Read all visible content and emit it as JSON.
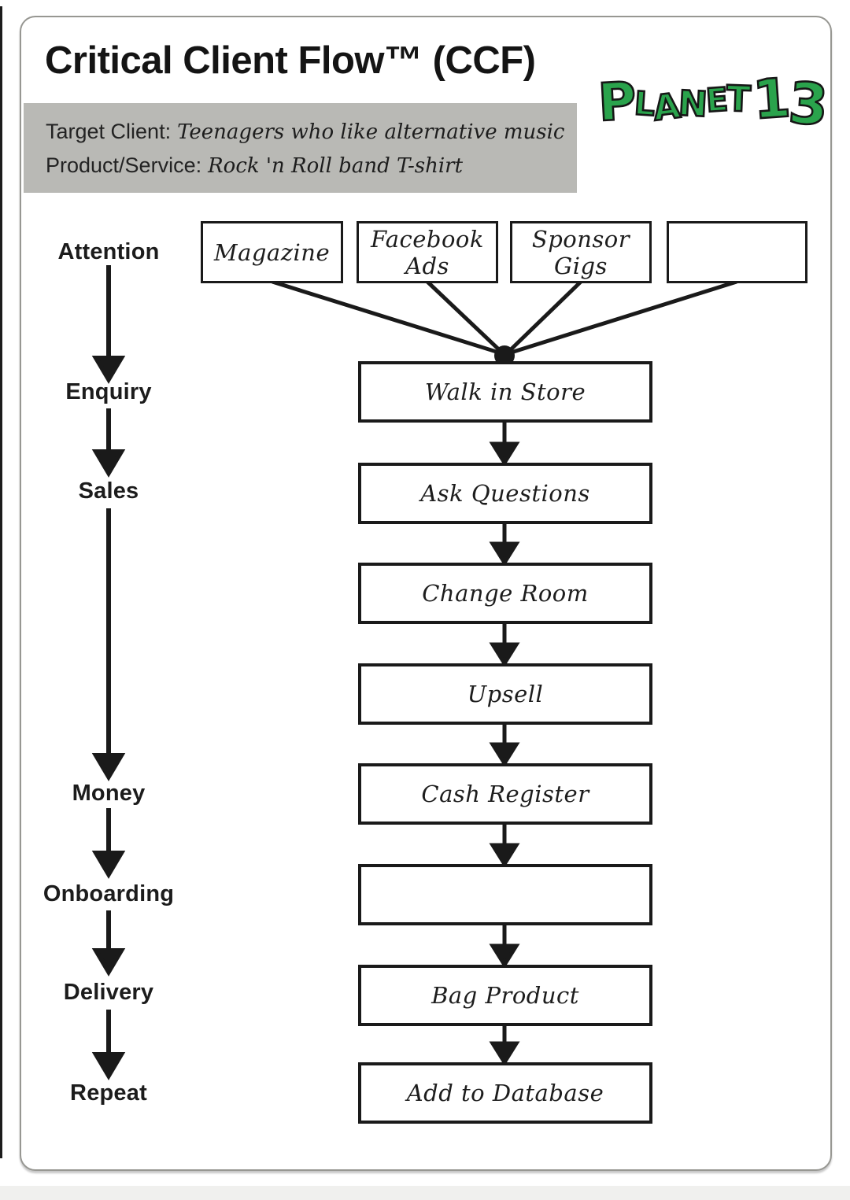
{
  "title": "Critical Client Flow™ (CCF)",
  "brief": {
    "target_client_label": "Target Client:",
    "target_client_value": "Teenagers who like alternative music",
    "product_service_label": "Product/Service:",
    "product_service_value": "Rock 'n Roll band T-shirt"
  },
  "logo": {
    "text": "PLANET13"
  },
  "stages": [
    "Attention",
    "Enquiry",
    "Sales",
    "Money",
    "Onboarding",
    "Delivery",
    "Repeat"
  ],
  "attention_channels": [
    "Magazine",
    "Facebook Ads",
    "Sponsor Gigs",
    ""
  ],
  "flow_steps": [
    "Walk in Store",
    "Ask Questions",
    "Change Room",
    "Upsell",
    "Cash Register",
    "",
    "Bag Product",
    "Add to Database"
  ],
  "colors": {
    "ink": "#1a1a1a",
    "header_gray": "#b9b9b5",
    "logo_green": "#2aa34c",
    "card_border": "#979792"
  }
}
